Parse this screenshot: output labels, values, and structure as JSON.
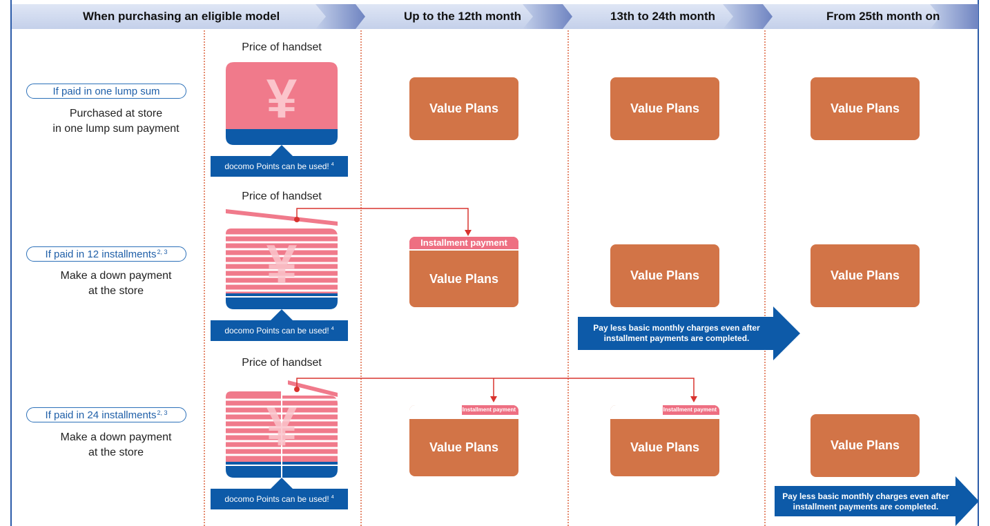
{
  "header": {
    "col1": "When purchasing an eligible model",
    "col2": "Up to the 12th month",
    "col3": "13th to 24th month",
    "col4": "From 25th month on"
  },
  "rows": [
    {
      "pill_text": "If paid in one lump sum",
      "pill_sup": "",
      "description_line1": "Purchased at store",
      "description_line2": "in one lump sum payment",
      "price_label": "Price of handset",
      "points_text": "docomo Points can be used!",
      "points_sup": "4"
    },
    {
      "pill_text": "If paid in 12 installments",
      "pill_sup": "2, 3",
      "description_line1": "Make a down payment",
      "description_line2": "at the store",
      "price_label": "Price of handset",
      "points_text": "docomo Points can be used!",
      "points_sup": "4"
    },
    {
      "pill_text": "If paid in 24 installments",
      "pill_sup": "2, 3",
      "description_line1": "Make a down payment",
      "description_line2": "at the store",
      "price_label": "Price of handset",
      "points_text": "docomo Points can be used!",
      "points_sup": "4"
    }
  ],
  "plan_label": "Value Plans",
  "installment_label": "Installment payment",
  "arrow_text_line1": "Pay less basic monthly charges even after",
  "arrow_text_line2": "installment payments are completed.",
  "currency_symbol": "¥",
  "colors": {
    "header_blue": "#7f93c9",
    "plan_orange": "#d27447",
    "installment_pink": "#ee6f82",
    "points_blue": "#0d5aa8",
    "price_pink": "#f07a8b",
    "connector_red": "#d8332e"
  }
}
